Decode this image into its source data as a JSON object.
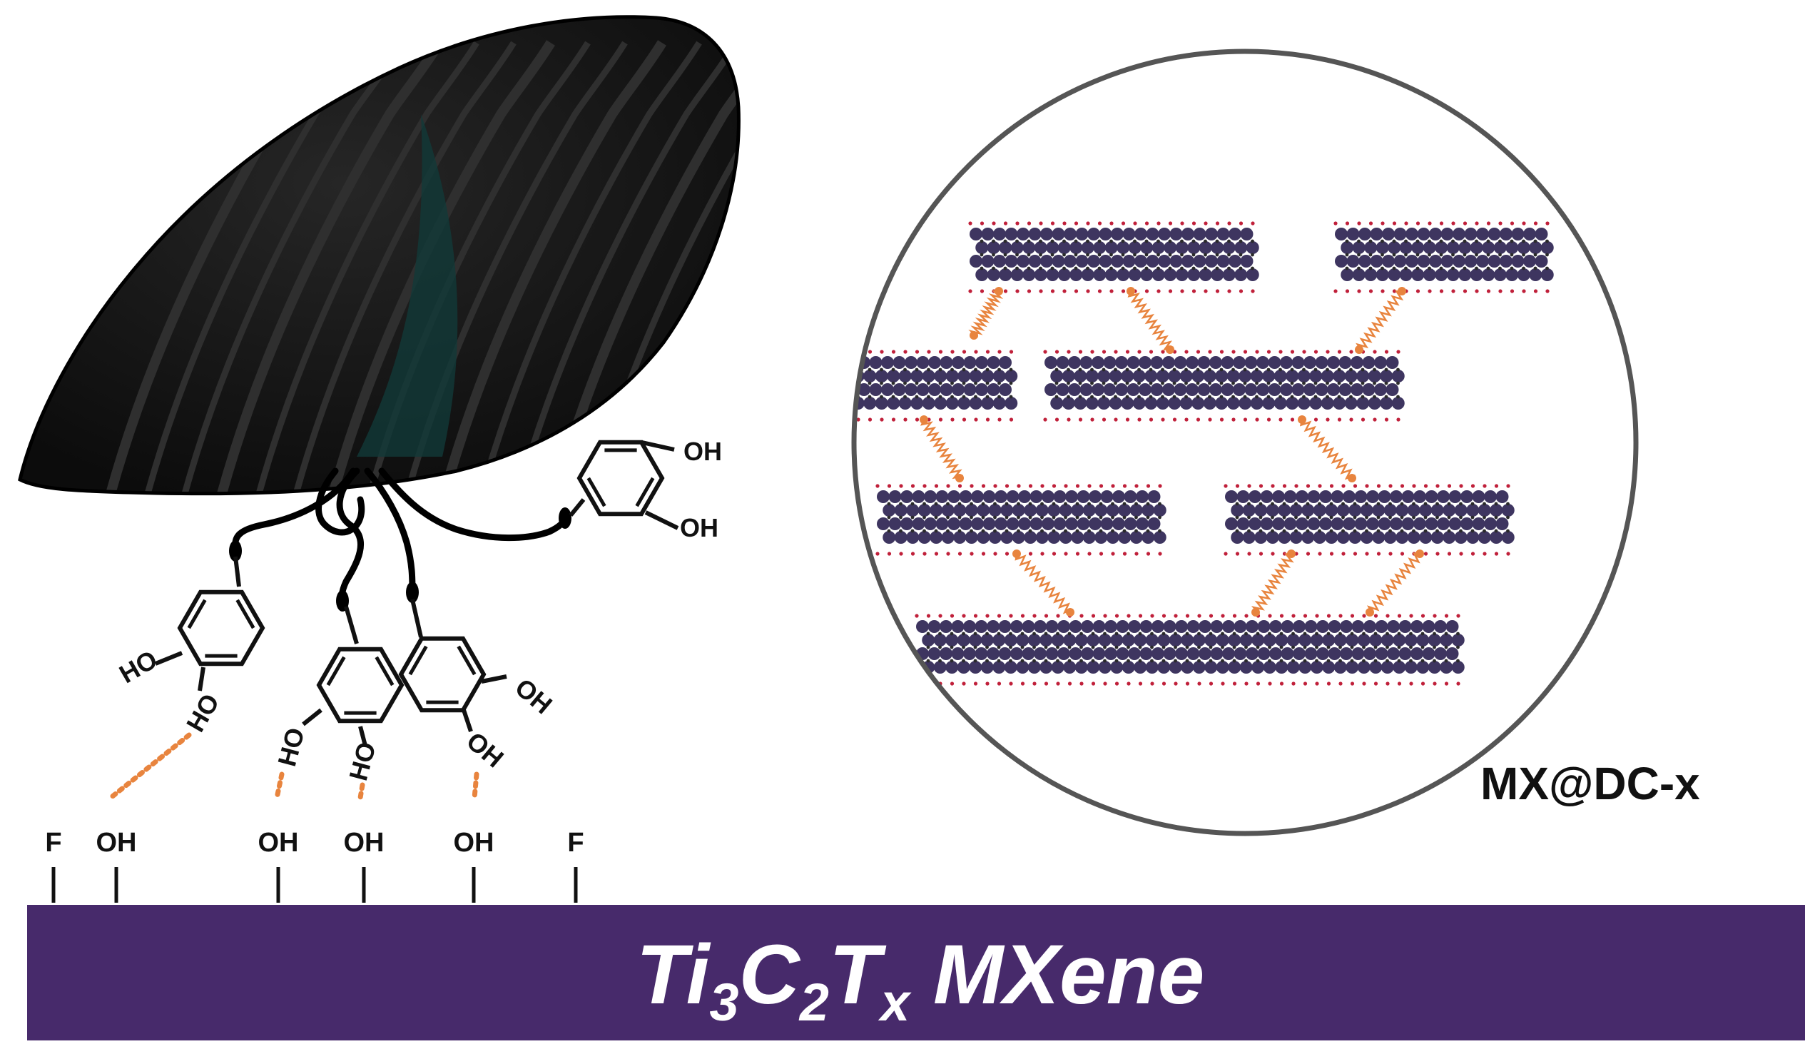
{
  "substrate": {
    "label_main": [
      "Ti",
      "C",
      "T",
      " MXene"
    ],
    "label_subs": [
      "3",
      "2",
      "x"
    ],
    "color": "#472a6b"
  },
  "surface_groups": [
    "F",
    "OH",
    "OH",
    "OH",
    "OH",
    "F"
  ],
  "catechols": [
    {
      "groups": [
        "HO",
        "HO"
      ]
    },
    {
      "groups": [
        "HO",
        "HO"
      ]
    },
    {
      "groups": [
        "OH",
        "OH"
      ]
    },
    {
      "groups": [
        "OH",
        "OH"
      ]
    }
  ],
  "composite_label": "MX@DC-x",
  "colors": {
    "mussel": "#141414",
    "stripe": "#2f2f2f",
    "teal": "#123a38",
    "sheet_atom": "#3e3560",
    "sheet_dot": "#c0203a",
    "linker": "#e8843e",
    "bond": "#e8843e"
  }
}
